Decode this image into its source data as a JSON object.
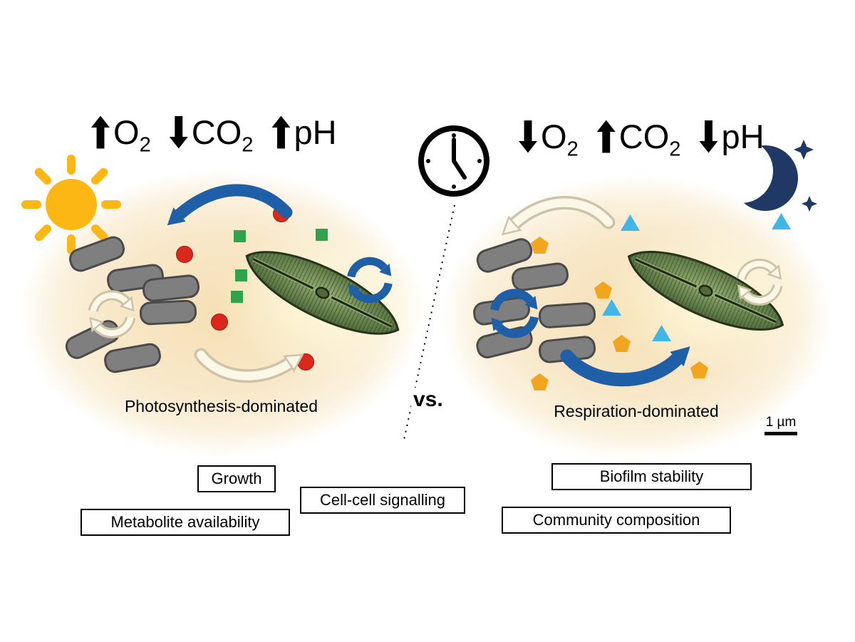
{
  "colors": {
    "background": "#ffffff",
    "biofilm_ellipse": "#f6e0b4",
    "arrow_blue": "#1f5fa8",
    "arrow_pale": "#fdf7e7",
    "sun_yellow": "#fdb714",
    "moon_navy": "#1f3864",
    "bacteria_gray": "#7f7f7f",
    "diatom_green": "#64804a",
    "text_black": "#000000"
  },
  "day_panel": {
    "time_of_day_icon": "sun",
    "indicators": [
      {
        "direction": "up",
        "species": "O",
        "subscript": "2"
      },
      {
        "direction": "down",
        "species": "CO",
        "subscript": "2"
      },
      {
        "direction": "up",
        "species": "pH",
        "subscript": ""
      }
    ],
    "condition_label": "Photosynthesis-dominated",
    "molecules": [
      {
        "shape": "circle",
        "color": "#da291c"
      },
      {
        "shape": "square",
        "color": "#2fa44d"
      }
    ]
  },
  "night_panel": {
    "time_of_day_icon": "moon-and-stars",
    "indicators": [
      {
        "direction": "down",
        "species": "O",
        "subscript": "2"
      },
      {
        "direction": "up",
        "species": "CO",
        "subscript": "2"
      },
      {
        "direction": "down",
        "species": "pH",
        "subscript": ""
      }
    ],
    "condition_label": "Respiration-dominated",
    "scale_bar_label": "1 µm",
    "molecules": [
      {
        "shape": "pentagon",
        "color": "#f2a51f"
      },
      {
        "shape": "triangle",
        "color": "#41b6e8"
      }
    ]
  },
  "divider": {
    "icon": "clock",
    "vs_label": "vs."
  },
  "outcome_boxes": [
    {
      "label": "Growth"
    },
    {
      "label": "Cell-cell signalling"
    },
    {
      "label": "Metabolite availability"
    },
    {
      "label": "Biofilm stability"
    },
    {
      "label": "Community composition"
    }
  ]
}
